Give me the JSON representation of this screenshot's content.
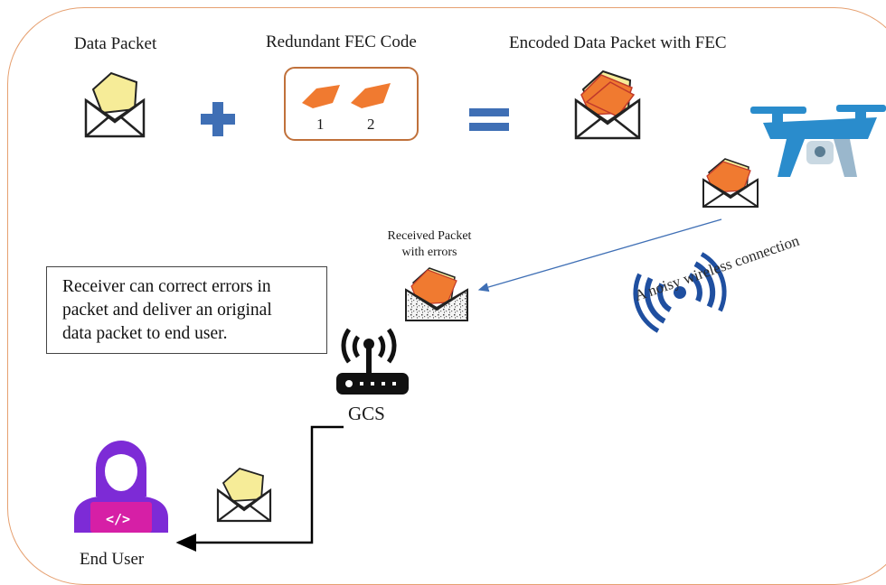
{
  "labels": {
    "data_packet": "Data Packet",
    "redundant_fec": "Redundant FEC Code",
    "encoded_packet": "Encoded Data Packet with FEC",
    "fec_piece_1": "1",
    "fec_piece_2": "2",
    "received_packet_line1": "Received Packet",
    "received_packet_line2": "with errors",
    "receiver_note_line1": "Receiver can correct errors in",
    "receiver_note_line2": "packet and deliver an original",
    "receiver_note_line3": "data packet to end user.",
    "noisy_connection": "A noisy wireless connection",
    "gcs": "GCS",
    "end_user": "End User",
    "code_symbol": "</>"
  },
  "icons": {
    "plus": "plus-icon",
    "equals": "equals-icon",
    "envelope": "envelope-icon",
    "drone": "drone-icon",
    "router": "router-icon",
    "wireless": "wireless-signal-icon",
    "user": "user-laptop-icon"
  },
  "colors": {
    "frame": "#e6a070",
    "accent_blue": "#3f6fb5",
    "fec_orange": "#f07a30",
    "paper_yellow": "#f6ec98",
    "user_purple": "#7d2bd6",
    "laptop_pink": "#d61fa6"
  }
}
